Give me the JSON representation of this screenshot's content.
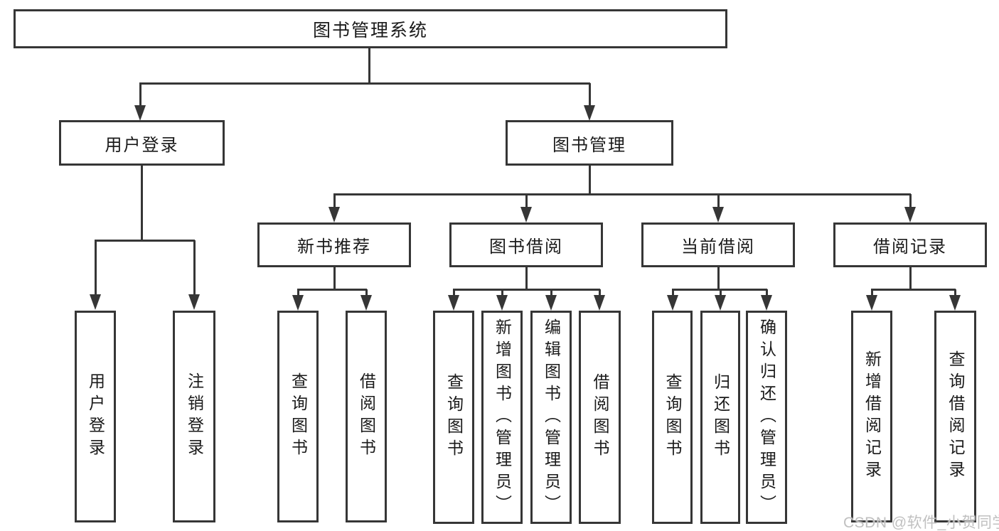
{
  "tree": {
    "root": {
      "label": "图书管理系统"
    },
    "level2": [
      {
        "label": "用户登录"
      },
      {
        "label": "图书管理"
      }
    ],
    "level3": [
      {
        "parent": "图书管理",
        "label": "新书推荐"
      },
      {
        "parent": "图书管理",
        "label": "图书借阅"
      },
      {
        "parent": "图书管理",
        "label": "当前借阅"
      },
      {
        "parent": "图书管理",
        "label": "借阅记录"
      }
    ],
    "leaves": [
      {
        "parent": "用户登录",
        "label": "用户登录"
      },
      {
        "parent": "用户登录",
        "label": "注销登录"
      },
      {
        "parent": "新书推荐",
        "label": "查询图书"
      },
      {
        "parent": "新书推荐",
        "label": "借阅图书"
      },
      {
        "parent": "图书借阅",
        "label": "查询图书"
      },
      {
        "parent": "图书借阅",
        "label": "新增图书（管理员）"
      },
      {
        "parent": "图书借阅",
        "label": "编辑图书（管理员）"
      },
      {
        "parent": "图书借阅",
        "label": "借阅图书"
      },
      {
        "parent": "当前借阅",
        "label": "查询图书"
      },
      {
        "parent": "当前借阅",
        "label": "归还图书"
      },
      {
        "parent": "当前借阅",
        "label": "确认归还（管理员）"
      },
      {
        "parent": "借阅记录",
        "label": "新增借阅记录"
      },
      {
        "parent": "借阅记录",
        "label": "查询借阅记录"
      }
    ]
  },
  "watermark": {
    "text": "CSDN @软件_小贺同学"
  },
  "colors": {
    "line": "#363636",
    "text": "#1a1a1a",
    "watermark": "#c0c0c0",
    "background": "#ffffff"
  }
}
